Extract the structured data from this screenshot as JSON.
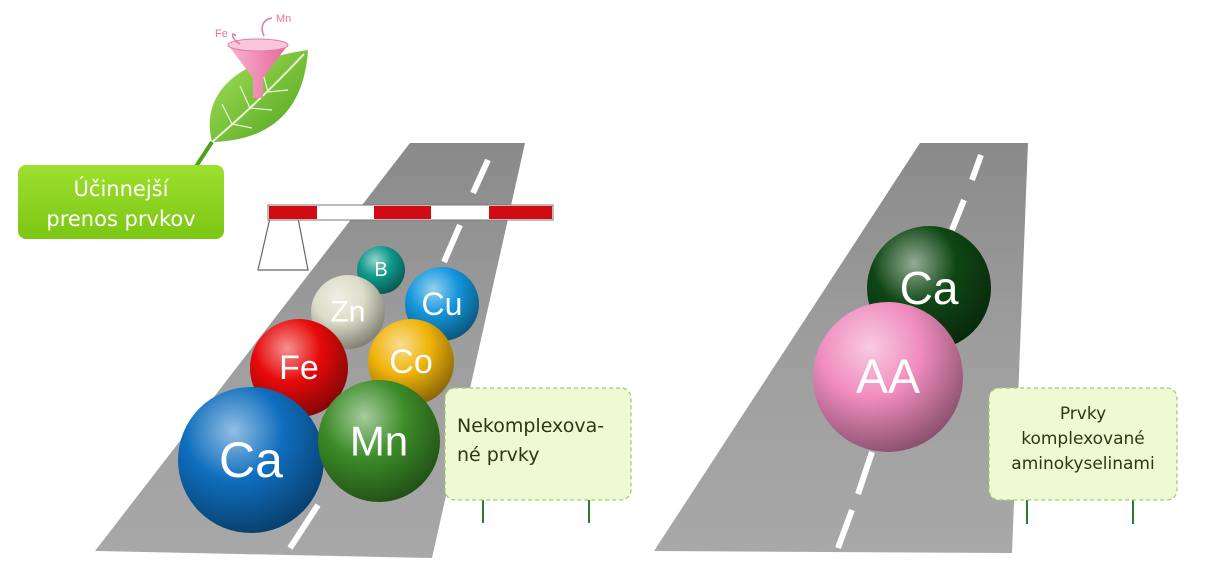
{
  "badge": {
    "line1": "Účinnejší",
    "line2": "prenos prvkov",
    "color": "#8cd21e"
  },
  "funnel": {
    "label_left": "Fe",
    "label_right": "Mn",
    "color": "#f08cb4"
  },
  "left_road": {
    "sign": {
      "line1": "Nekomplexova-",
      "line2": "né prvky",
      "fill": "#f0fad2"
    },
    "balls": [
      {
        "label": "B",
        "color": "#0f9a8c"
      },
      {
        "label": "Zn",
        "color": "#dcdcc8"
      },
      {
        "label": "Cu",
        "color": "#1496dc"
      },
      {
        "label": "Fe",
        "color": "#e60a0a"
      },
      {
        "label": "Co",
        "color": "#f0b40a"
      },
      {
        "label": "Ca",
        "color": "#0f6ebe"
      },
      {
        "label": "Mn",
        "color": "#3c8c28"
      }
    ]
  },
  "right_road": {
    "sign": {
      "line1": "Prvky",
      "line2": "komplexované",
      "line3": "aminokyselinami",
      "fill": "#f0fad2"
    },
    "balls": [
      {
        "label": "Ca",
        "color": "#0f4614"
      },
      {
        "label": "AA",
        "color": "#f08cbe"
      }
    ]
  },
  "barrier": {
    "red": "#d20a14",
    "white": "#ffffff"
  }
}
